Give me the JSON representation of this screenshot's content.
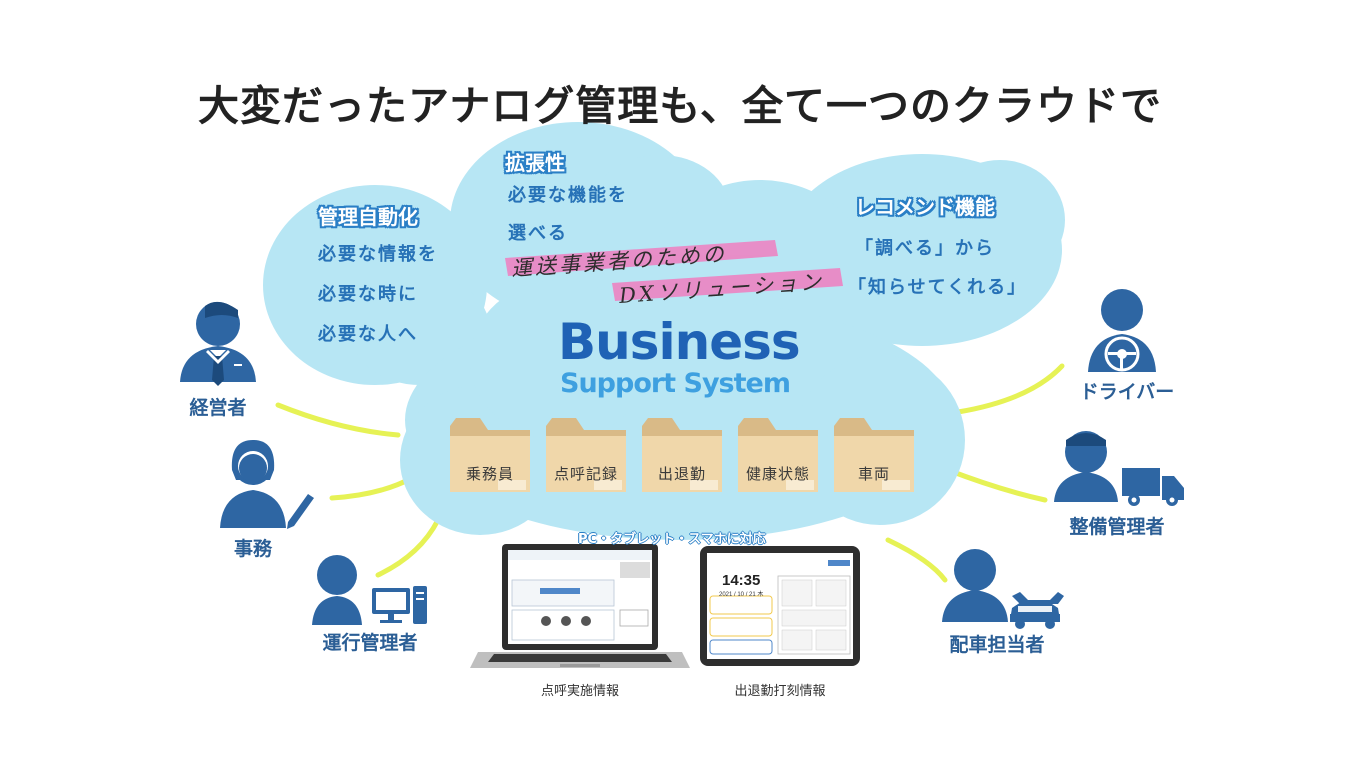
{
  "title": "大変だったアナログ管理も、全て一つのクラウドで",
  "colors": {
    "cloud": "#b7e6f4",
    "person": "#2e66a3",
    "connector": "#e6f255",
    "brand": "#1f62b5",
    "highlight": "#f07ec0",
    "folder": "#f0d7aa"
  },
  "features": {
    "automation": {
      "heading": "管理自動化",
      "lines": [
        "必要な情報を",
        "必要な時に",
        "必要な人へ"
      ]
    },
    "extensibility": {
      "heading": "拡張性",
      "lines": [
        "必要な機能を",
        "選べる"
      ]
    },
    "recommend": {
      "heading": "レコメンド機能",
      "lines": [
        "「調べる」から",
        "「知らせてくれる」"
      ]
    }
  },
  "slogan": {
    "line1": "運送事業者のための",
    "line2": "DXソリューション"
  },
  "brand": {
    "line1": "Business",
    "line2": "Support System"
  },
  "folders": [
    {
      "label": "乗務員"
    },
    {
      "label": "点呼記録"
    },
    {
      "label": "出退勤"
    },
    {
      "label": "健康状態"
    },
    {
      "label": "車両"
    }
  ],
  "people": {
    "executive": {
      "label": "経営者",
      "icon": "executive-icon"
    },
    "office": {
      "label": "事務",
      "icon": "office-worker-icon"
    },
    "operation": {
      "label": "運行管理者",
      "icon": "operation-manager-icon"
    },
    "driver": {
      "label": "ドライバー",
      "icon": "driver-icon"
    },
    "maintenance": {
      "label": "整備管理者",
      "icon": "maintenance-manager-icon"
    },
    "dispatch": {
      "label": "配車担当者",
      "icon": "dispatcher-icon"
    }
  },
  "devices": {
    "support": "PC・タブレット・スマホに対応",
    "laptop_caption": "点呼実施情報",
    "tablet_caption": "出退勤打刻情報",
    "tablet_time": "14:35",
    "tablet_date": "2021 / 10 / 21 木"
  }
}
